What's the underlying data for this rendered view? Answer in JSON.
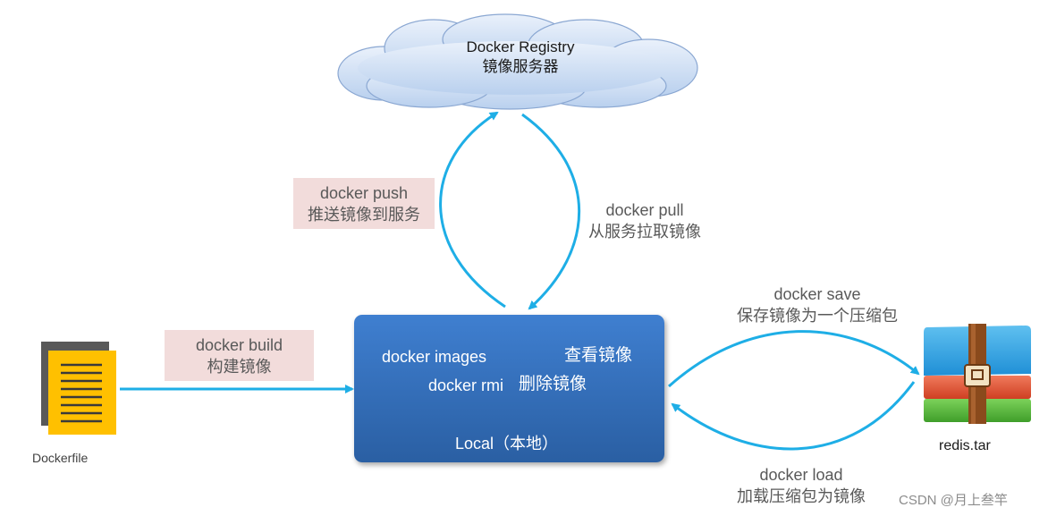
{
  "registry": {
    "line1": "Docker Registry",
    "line2": "镜像服务器"
  },
  "push": {
    "cmd": "docker push",
    "desc": "推送镜像到服务"
  },
  "pull": {
    "cmd": "docker pull",
    "desc": "从服务拉取镜像"
  },
  "build": {
    "cmd": "docker build",
    "desc": "构建镜像"
  },
  "local": {
    "images_cmd": "docker images",
    "images_desc": "查看镜像",
    "rmi_cmd": "docker rmi",
    "rmi_desc": "删除镜像",
    "label": "Local（本地）"
  },
  "save": {
    "cmd": "docker save",
    "desc": "保存镜像为一个压缩包"
  },
  "load": {
    "cmd": "docker load",
    "desc": "加载压缩包为镜像"
  },
  "dockerfile": {
    "label": "Dockerfile"
  },
  "archive": {
    "label": "redis.tar"
  },
  "watermark": "CSDN @月上叁竿",
  "colors": {
    "arrow": "#1eaee6",
    "local_box": "#2f6ab8",
    "label_bg": "#f2dcdb",
    "doc_yellow": "#ffc000"
  }
}
